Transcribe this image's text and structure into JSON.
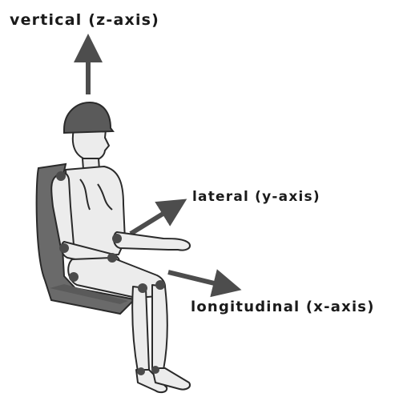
{
  "axes": {
    "vertical": "vertical (z-axis)",
    "lateral": "lateral (y-axis)",
    "longitudinal": "longitudinal (x-axis)"
  },
  "colors": {
    "body_fill": "#ececec",
    "outline": "#2a2a2a",
    "seat": "#6a6a6a",
    "helmet": "#5a5a5a",
    "joint": "#4a4a4a",
    "arrow": "#4d4d4d"
  },
  "icons": [
    "seated-figure",
    "helmet",
    "seat",
    "axis-arrow"
  ]
}
